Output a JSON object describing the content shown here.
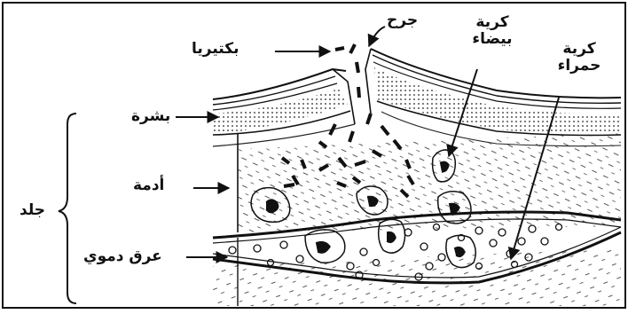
{
  "labels": {
    "bacteria": "بكتيريا",
    "wound": "جرح",
    "white_cell_line1": "كرية",
    "white_cell_line2": "بيضاء",
    "red_cell_line1": "كرية",
    "red_cell_line2": "حمراء",
    "epidermis": "بشرة",
    "dermis": "أدمة",
    "skin": "جلد",
    "blood_vessel": "عرق دموي"
  }
}
